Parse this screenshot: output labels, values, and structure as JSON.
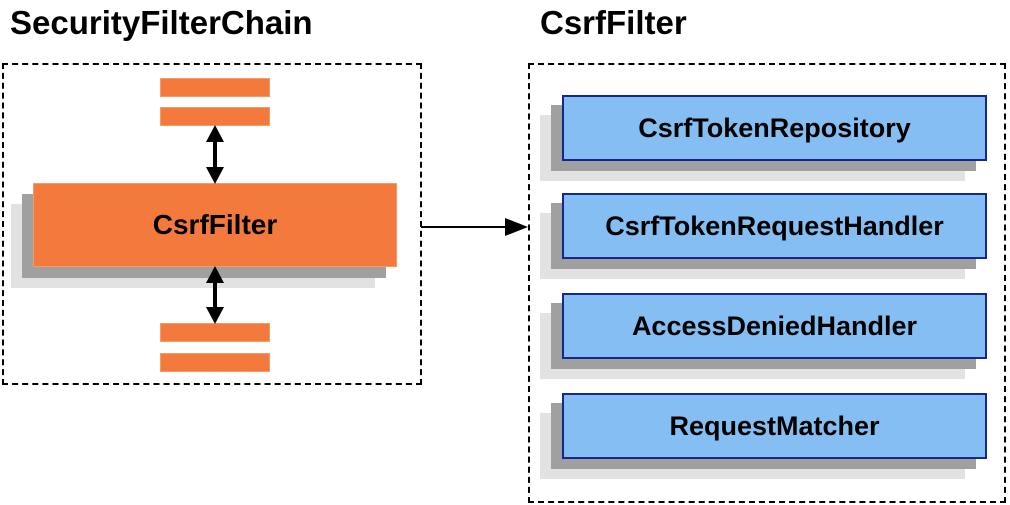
{
  "left_panel": {
    "title": "SecurityFilterChain",
    "filter_box_label": "CsrfFilter"
  },
  "right_panel": {
    "title": "CsrfFilter",
    "boxes": [
      {
        "label": "CsrfTokenRepository"
      },
      {
        "label": "CsrfTokenRequestHandler"
      },
      {
        "label": "AccessDeniedHandler"
      },
      {
        "label": "RequestMatcher"
      }
    ]
  },
  "icons": {
    "vertical_double_arrow": "bidirectional-arrow-icon",
    "flow_arrow": "right-arrow-icon"
  },
  "colors": {
    "box_orange": "#f4793d",
    "box_blue_fill": "#85bef2",
    "box_blue_border": "#15268c",
    "shadow_mid": "#a0a0a0",
    "shadow_light": "#e2e2e2",
    "line_black": "#000000",
    "background": "#ffffff"
  }
}
